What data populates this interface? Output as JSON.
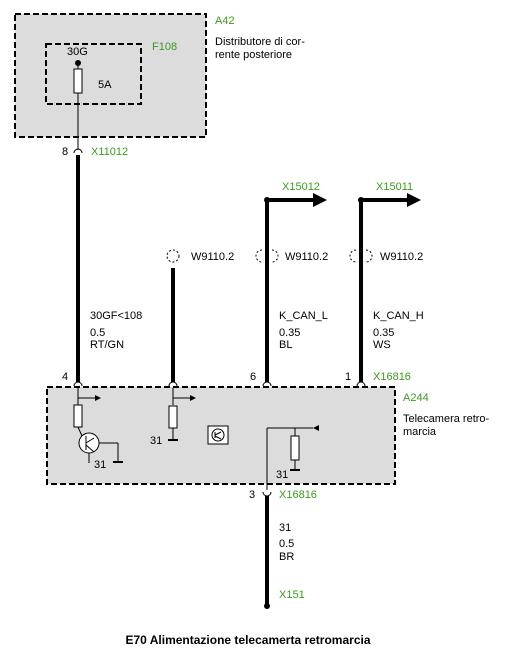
{
  "colors": {
    "label_green": "#3c9a1e",
    "box_fill": "#dcdcdc",
    "wire": "#000000"
  },
  "components": {
    "a42": {
      "id": "A42",
      "desc_line1": "Distributore di cor-",
      "desc_line2": "rente posteriore"
    },
    "f108": {
      "id": "F108",
      "terminal": "30G",
      "rating": "5A"
    },
    "a244": {
      "id": "A244",
      "desc_line1": "Telecamera retro-",
      "desc_line2": "marcia"
    }
  },
  "connectors": {
    "x11012": {
      "id": "X11012",
      "pin": "8"
    },
    "x15012": "X15012",
    "x15011": "X15011",
    "x16816_top": {
      "id": "X16816",
      "pins": [
        "4",
        "6",
        "1"
      ]
    },
    "x16816_bottom": {
      "id": "X16816",
      "pin": "3"
    },
    "x151": "X151"
  },
  "splices": [
    "W9110.2",
    "W9110.2",
    "W9110.2"
  ],
  "wires": [
    {
      "signal": "30GF<108",
      "size": "0.5",
      "color": "RT/GN"
    },
    {
      "signal": "K_CAN_L",
      "size": "0.35",
      "color": "BL"
    },
    {
      "signal": "K_CAN_H",
      "size": "0.35",
      "color": "WS"
    },
    {
      "signal": "31",
      "size": "0.5",
      "color": "BR"
    }
  ],
  "grounds": [
    "31",
    "31",
    "31"
  ],
  "title": "E70 Alimentazione telecamerta retromarcia"
}
